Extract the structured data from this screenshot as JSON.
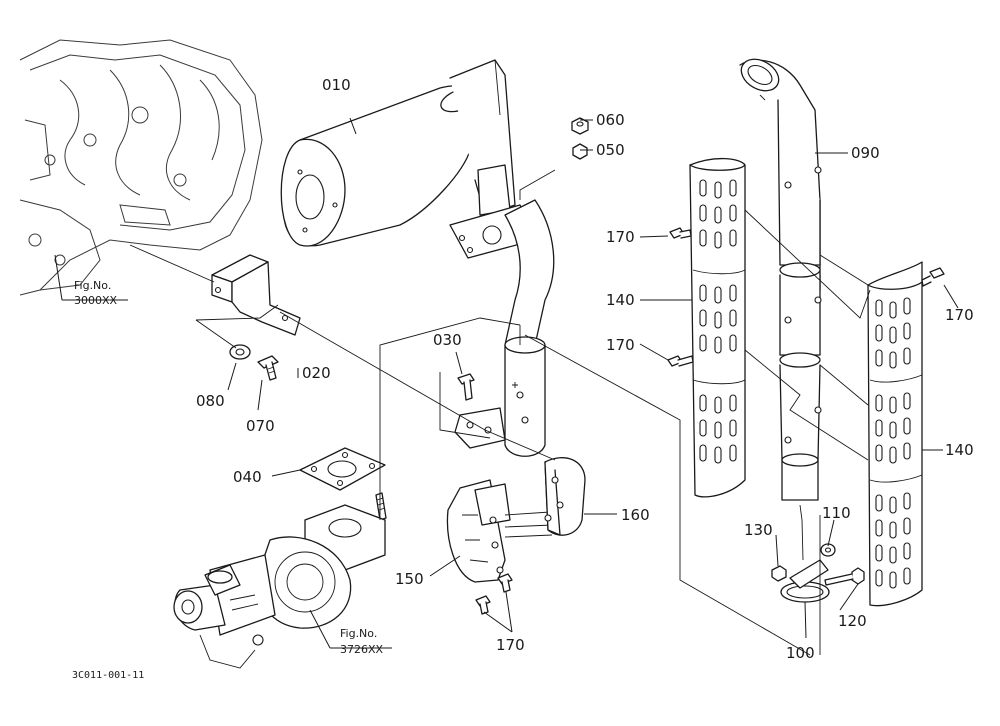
{
  "callouts": {
    "c010": "010",
    "c020": "020",
    "c030": "030",
    "c040": "040",
    "c050": "050",
    "c060": "060",
    "c070": "070",
    "c080": "080",
    "c090": "090",
    "c100": "100",
    "c110": "110",
    "c120": "120",
    "c130": "130",
    "c140a": "140",
    "c140b": "140",
    "c150": "150",
    "c160": "160",
    "c170a": "170",
    "c170b": "170",
    "c170c": "170",
    "c170d": "170"
  },
  "figrefs": {
    "engine_line1": "Fig.No.",
    "engine_line2": "3000XX",
    "turbo_line1": "Fig.No.",
    "turbo_line2": "3726XX"
  },
  "drawing_code": "3C011-001-11"
}
